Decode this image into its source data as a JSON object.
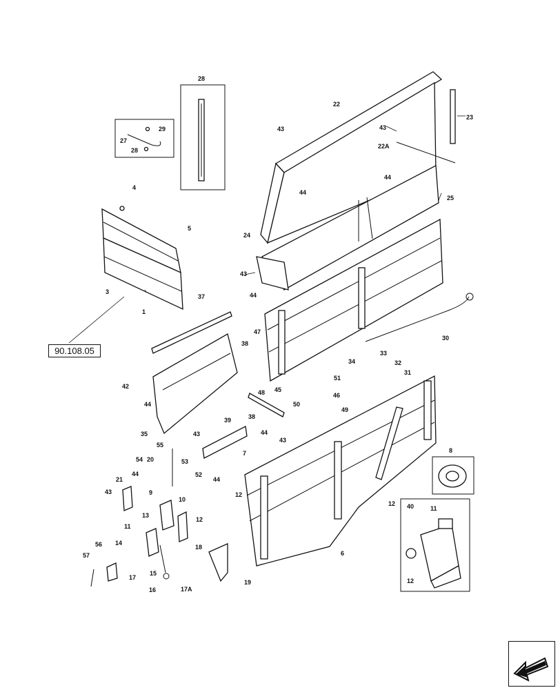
{
  "reference_link": "90.108.05",
  "callouts": [
    {
      "id": "c28",
      "text": "28"
    },
    {
      "id": "c29",
      "text": "29"
    },
    {
      "id": "c27",
      "text": "27"
    },
    {
      "id": "c28b",
      "text": "28"
    },
    {
      "id": "c4",
      "text": "4"
    },
    {
      "id": "c5",
      "text": "5"
    },
    {
      "id": "c3",
      "text": "3"
    },
    {
      "id": "c1",
      "text": "1"
    },
    {
      "id": "c22",
      "text": "22"
    },
    {
      "id": "c23",
      "text": "23"
    },
    {
      "id": "c43a",
      "text": "43"
    },
    {
      "id": "c43b",
      "text": "43"
    },
    {
      "id": "c22a",
      "text": "22A"
    },
    {
      "id": "c44a",
      "text": "44"
    },
    {
      "id": "c44b",
      "text": "44"
    },
    {
      "id": "c25",
      "text": "25"
    },
    {
      "id": "c24",
      "text": "24"
    },
    {
      "id": "c43c",
      "text": "43"
    },
    {
      "id": "c44c",
      "text": "44"
    },
    {
      "id": "c37",
      "text": "37"
    },
    {
      "id": "c30",
      "text": "30"
    },
    {
      "id": "c34",
      "text": "34"
    },
    {
      "id": "c38a",
      "text": "38"
    },
    {
      "id": "c47",
      "text": "47"
    },
    {
      "id": "c33",
      "text": "33"
    },
    {
      "id": "c32",
      "text": "32"
    },
    {
      "id": "c31",
      "text": "31"
    },
    {
      "id": "c42",
      "text": "42"
    },
    {
      "id": "c44d",
      "text": "44"
    },
    {
      "id": "c45",
      "text": "45"
    },
    {
      "id": "c48a",
      "text": "48"
    },
    {
      "id": "c51",
      "text": "51"
    },
    {
      "id": "c50",
      "text": "50"
    },
    {
      "id": "c46",
      "text": "46"
    },
    {
      "id": "c49",
      "text": "49"
    },
    {
      "id": "c39",
      "text": "39"
    },
    {
      "id": "c38b",
      "text": "38"
    },
    {
      "id": "c35",
      "text": "35"
    },
    {
      "id": "c44e",
      "text": "44"
    },
    {
      "id": "c43d",
      "text": "43"
    },
    {
      "id": "c43e",
      "text": "43"
    },
    {
      "id": "c55",
      "text": "55"
    },
    {
      "id": "c53",
      "text": "53"
    },
    {
      "id": "c52",
      "text": "52"
    },
    {
      "id": "c44f",
      "text": "44"
    },
    {
      "id": "c54",
      "text": "54"
    },
    {
      "id": "c20",
      "text": "20"
    },
    {
      "id": "c7",
      "text": "7"
    },
    {
      "id": "c8",
      "text": "8"
    },
    {
      "id": "c21",
      "text": "21"
    },
    {
      "id": "c44g",
      "text": "44"
    },
    {
      "id": "c43f",
      "text": "43"
    },
    {
      "id": "c9",
      "text": "9"
    },
    {
      "id": "c10",
      "text": "10"
    },
    {
      "id": "c12a",
      "text": "12"
    },
    {
      "id": "c12b",
      "text": "12"
    },
    {
      "id": "c12c",
      "text": "12"
    },
    {
      "id": "c40",
      "text": "40"
    },
    {
      "id": "c11a",
      "text": "11"
    },
    {
      "id": "c13",
      "text": "13"
    },
    {
      "id": "c11b",
      "text": "11"
    },
    {
      "id": "c14",
      "text": "14"
    },
    {
      "id": "c18",
      "text": "18"
    },
    {
      "id": "c6",
      "text": "6"
    },
    {
      "id": "c56",
      "text": "56"
    },
    {
      "id": "c57",
      "text": "57"
    },
    {
      "id": "c17",
      "text": "17"
    },
    {
      "id": "c15",
      "text": "15"
    },
    {
      "id": "c16",
      "text": "16"
    },
    {
      "id": "c17a",
      "text": "17A"
    },
    {
      "id": "c19",
      "text": "19"
    },
    {
      "id": "c12d",
      "text": "12"
    }
  ]
}
